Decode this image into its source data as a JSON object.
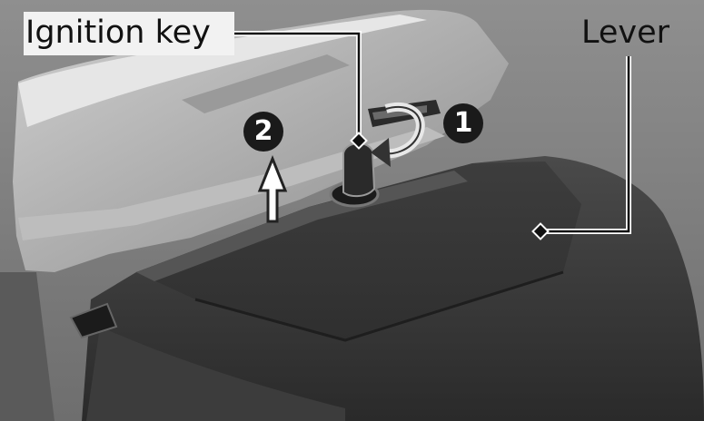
{
  "labels": {
    "ignition_key": "Ignition key",
    "lever": "Lever"
  },
  "steps": {
    "one": "1",
    "two": "2"
  }
}
